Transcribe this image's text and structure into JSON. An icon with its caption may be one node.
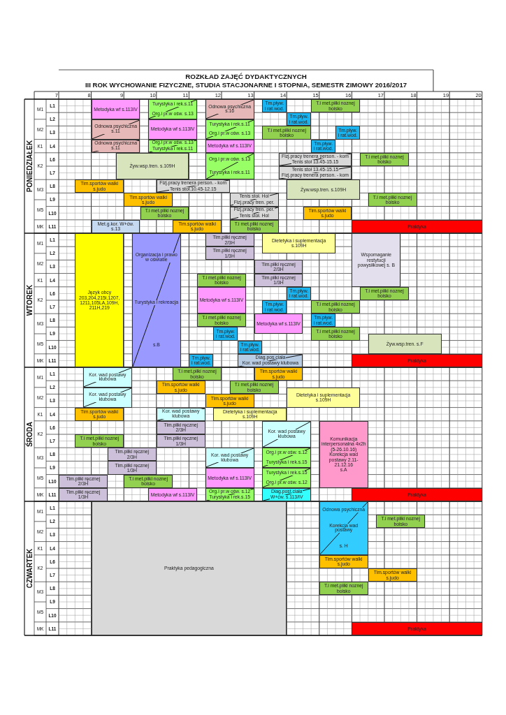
{
  "diagram": {
    "title": "ROZKŁAD ZAJĘĆ DYDAKTYCZNYCH",
    "nodes": [
      {
        "text": [
          "Metodyka wf s.113IV"
        ]
      },
      {
        "text": [
          "Turystyka i rek.s.11",
          "Org.i pr.w ośw. s.13"
        ]
      },
      {
        "text": [
          "Odnowa psychiczna s.16"
        ]
      },
      {
        "text": [
          "Tm.pływ. i rat.wod."
        ]
      },
      {
        "text": [
          "T.i met.piłki noznej boisko"
        ]
      },
      {
        "text": [
          "Tm.pływ. i rat.wod."
        ]
      },
      {
        "text": [
          "Odnowa psychiczna s.11"
        ]
      },
      {
        "text": [
          "Metodyka wf s.113IV"
        ]
      },
      {
        "text": [
          "Turystyka i rek.s.11",
          "Org.i pr.w ośw. s.13"
        ]
      },
      {
        "text": [
          "T.i met.piłki noznej boisko"
        ]
      },
      {
        "text": [
          "Tm.pływ. i rat.wod."
        ]
      },
      {
        "text": [
          "Odnowa psychiczna s.11"
        ]
      },
      {
        "text": [
          "Org.i pr.w ośw. s.13",
          "Turystyka i rek.s.11"
        ]
      },
      {
        "text": [
          "Metodyka wf s.113IV"
        ]
      },
      {
        "text": [
          "Tm.pływ. i rat.wod."
        ]
      },
      {
        "text": [
          "Żyw.wsp.tren. s.109H"
        ]
      },
      {
        "text": [
          "Org.i pr.w ośw. s.13",
          "Turystyka i rek.s.11"
        ]
      },
      {
        "text": [
          "Fizj.pracy trenera person. - kom",
          "Tenis stoł 13.45-15.15"
        ]
      },
      {
        "text": [
          "T.i met.piłki noznej boisko"
        ]
      },
      {
        "text": [
          "Tenis stoł 13.45-15.15",
          "Fizj.pracy trenera person. - kom"
        ]
      },
      {
        "text": [
          "Tim.sportów walki s.judo"
        ]
      },
      {
        "text": [
          "Fizj.pracy trenera person. - kom",
          "Tenis stoł.10.45-12.15"
        ]
      },
      {
        "text": [
          "Żyw.wsp.tren. s.109H"
        ]
      },
      {
        "text": [
          "Tim.sportów walki s.judo"
        ]
      },
      {
        "text": [
          "Tenis stoł. Hol",
          "Fizj.pracy tren. per."
        ]
      },
      {
        "text": [
          "T.i met.piłki noznej boisko"
        ]
      },
      {
        "text": [
          "T.i met.piłki noznej boisko"
        ]
      },
      {
        "text": [
          "Fizj.pracy tren. per.",
          "Tenis stoł. Hol"
        ]
      },
      {
        "text": [
          "Tim.sportów walki s.judo"
        ]
      },
      {
        "text": [
          "Met.g.kor. W+ćw. s.13"
        ]
      },
      {
        "text": [
          "Tim.sportów walki s.judo"
        ]
      },
      {
        "text": [
          "T.i met.piłki noznej boisko"
        ]
      },
      {
        "text": [
          "Praktyka"
        ]
      },
      {
        "text": [
          "Język obcy",
          "203,204,215I,1207, 1211,105LA,109H, 211H,219"
        ]
      },
      {
        "text": [
          "Organizacja i prawo w oświatie",
          "Turystyka i rekreacja",
          "s.B"
        ]
      },
      {
        "text": [
          "Tim.piłki ręcznej 2/3H"
        ]
      },
      {
        "text": [
          "Dietetyka i suplementacja s.109H"
        ]
      },
      {
        "text": [
          "Wspomaganie restytucji powysiłkowej s. B"
        ]
      },
      {
        "text": [
          "Tim.piłki ręcznej 1/3H"
        ]
      },
      {
        "text": [
          "Tim.piłki ręcznej 2/3H"
        ]
      },
      {
        "text": [
          "T.i met.piłki noznej boisko"
        ]
      },
      {
        "text": [
          "Tim.piłki ręcznej 1/3H"
        ]
      },
      {
        "text": [
          "Metodyka wf s.113IV"
        ]
      },
      {
        "text": [
          "Tm.pływ. i rat.wod."
        ]
      },
      {
        "text": [
          "T.i met.piłki noznej boisko"
        ]
      },
      {
        "text": [
          "Tm.pływ. i rat.wod."
        ]
      },
      {
        "text": [
          "T.i met.piłki noznej boisko"
        ]
      },
      {
        "text": [
          "T.i met.piłki noznej boisko"
        ]
      },
      {
        "text": [
          "Metodyka wf s.113IV"
        ]
      },
      {
        "text": [
          "Tm.pływ. i rat.wod."
        ]
      },
      {
        "text": [
          "Tm.pływ. i rat.wod."
        ]
      },
      {
        "text": [
          "T.i met.piłki noznej boisko"
        ]
      },
      {
        "text": [
          "Żyw.wsp.tren. s.F"
        ]
      },
      {
        "text": [
          "Tm.pływ. i rat.wod."
        ]
      },
      {
        "text": [
          "Tm.pływ. i rat.wod."
        ]
      },
      {
        "text": [
          "Diag.pos.ciała",
          "Kor. wad postawy klubowa"
        ]
      },
      {
        "text": [
          "Praktyka"
        ]
      },
      {
        "text": [
          "Kor. wad postawy klubowa"
        ]
      },
      {
        "text": [
          "T.i met.piłki noznej boisko"
        ]
      },
      {
        "text": [
          "Tim.sportów walki s.judo"
        ]
      },
      {
        "text": [
          "Tim.sportów walki s.judo"
        ]
      },
      {
        "text": [
          "T.i met.piłki noznej boisko"
        ]
      },
      {
        "text": [
          "Kor. wad postawy klubowa"
        ]
      },
      {
        "text": [
          "Dietetyka i suplementacja s.109H"
        ]
      },
      {
        "text": [
          "Tim.sportów walki s.judo"
        ]
      },
      {
        "text": [
          "Tim.sportów walki s.judo"
        ]
      },
      {
        "text": [
          "Kor. wad postawy klubowa"
        ]
      },
      {
        "text": [
          "Dietetyka i suplementacja s.109H"
        ]
      },
      {
        "text": [
          "Tim.piłki ręcznej 2/3H"
        ]
      },
      {
        "text": [
          "Kor. wad postawy klubowa"
        ]
      },
      {
        "text": [
          "Komunikacja interpersonalna 4x2h (5-26.10.16)",
          "Korekcja wad postawy 2.11-21.12.16",
          "s.A"
        ]
      },
      {
        "text": [
          "T.i met.piłki noznej boisko"
        ]
      },
      {
        "text": [
          "Tim.piłki ręcznej 1/3H"
        ]
      },
      {
        "text": [
          "Tim.piłki ręcznej 2/3H"
        ]
      },
      {
        "text": [
          "Kor. wad postawy klubowa"
        ]
      },
      {
        "text": [
          "Org.i pr.w ośw. s.12",
          "Turystyka i rek.s.15"
        ]
      },
      {
        "text": [
          "Tim.piłki ręcznej 1/3H"
        ]
      },
      {
        "text": [
          "Metodyka wf s.113IV"
        ]
      },
      {
        "text": [
          "Turystyka i rek.s.15",
          "Org.i pr.w ośw. s.12"
        ]
      },
      {
        "text": [
          "Tim.piłki ręcznej 2/3H"
        ]
      },
      {
        "text": [
          "T.i met.piłki noznej boisko"
        ]
      },
      {
        "text": [
          "Tim.piłki ręcznej 1/3H"
        ]
      },
      {
        "text": [
          "Metodyka wf s.113IV"
        ]
      },
      {
        "text": [
          "Org.i pr.w ośw. s.12",
          "Turystyka i rek.s.15"
        ]
      },
      {
        "text": [
          "Diag.post.ciała",
          "W+ćw. s.113/IV"
        ]
      },
      {
        "text": [
          "Praktyka"
        ]
      },
      {
        "text": [
          "Praktyka pedagogiczna"
        ]
      },
      {
        "text": [
          "Odnowa psychiczna",
          "Korekcja wad postawy",
          "s. H"
        ]
      },
      {
        "text": [
          "T.i met.piłki noznej boisko"
        ]
      },
      {
        "text": [
          "Tim.sportów walki s.judo"
        ]
      },
      {
        "text": [
          "Tim.sportów walki s.judo"
        ]
      },
      {
        "text": [
          "T.i met.piłki noznej boisko"
        ]
      },
      {
        "text": [
          "Praktyka"
        ]
      }
    ],
    "labels": [
      "III ROK WYCHOWANIE FIZYCZNE, STUDIA STACJONARNE I STOPNIA, SEMESTR ZIMOWY 2016/2017",
      "7",
      "8",
      "9",
      "10",
      "11",
      "12",
      "13",
      "14",
      "15",
      "16",
      "17",
      "18",
      "19",
      "20",
      "PONIEDZIAŁEK",
      "M1",
      "L1",
      "L2",
      "M2",
      "L3",
      "K1",
      "L4",
      "K2",
      "L6",
      "L7",
      "M3",
      "L8",
      "L9",
      "M5",
      "L10",
      "MK",
      "L11",
      "WTOREK",
      "M1",
      "L1",
      "L2",
      "M2",
      "L3",
      "K1",
      "L4",
      "K2",
      "L6",
      "L7",
      "M3",
      "L8",
      "L9",
      "M5",
      "L10",
      "MK",
      "L11",
      "ŚRODA",
      "M1",
      "L1",
      "L2",
      "M2",
      "L3",
      "K1",
      "L4",
      "K2",
      "L6",
      "L7",
      "M3",
      "L8",
      "L9",
      "M5",
      "L10",
      "MK",
      "L11",
      "CZWARTEK",
      "M1",
      "L1",
      "L2",
      "M2",
      "L3",
      "K1",
      "L4",
      "K2",
      "L6",
      "L7",
      "M3",
      "L8",
      "L9",
      "M5",
      "L10",
      "MK",
      "L11"
    ]
  }
}
